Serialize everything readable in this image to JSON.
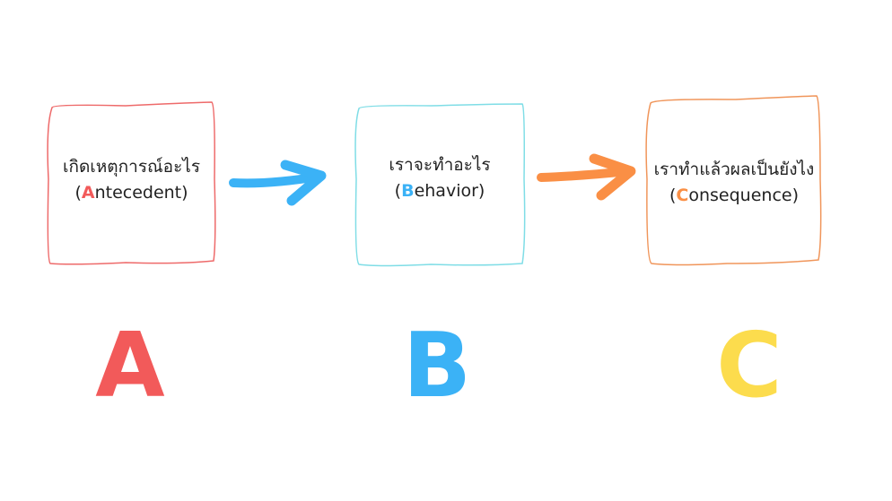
{
  "colors": {
    "a": "#f25a5a",
    "b": "#3bb2f6",
    "c": "#fa8f45",
    "c_big": "#fcdc4d",
    "a_box": "#ee6a6a",
    "b_box": "#7fdde6",
    "c_box": "#f0955a"
  },
  "steps": [
    {
      "title": "เกิดเหตุการณ์อะไร",
      "open": "(",
      "highlight": "A",
      "rest": "ntecedent)",
      "big_letter": "A"
    },
    {
      "title": "เราจะทำอะไร",
      "open": "(",
      "highlight": "B",
      "rest": "ehavior)",
      "big_letter": "B"
    },
    {
      "title": "เราทำแล้วผลเป็นยังไง",
      "open": "(",
      "highlight": "C",
      "rest": "onsequence)",
      "big_letter": "C"
    }
  ]
}
